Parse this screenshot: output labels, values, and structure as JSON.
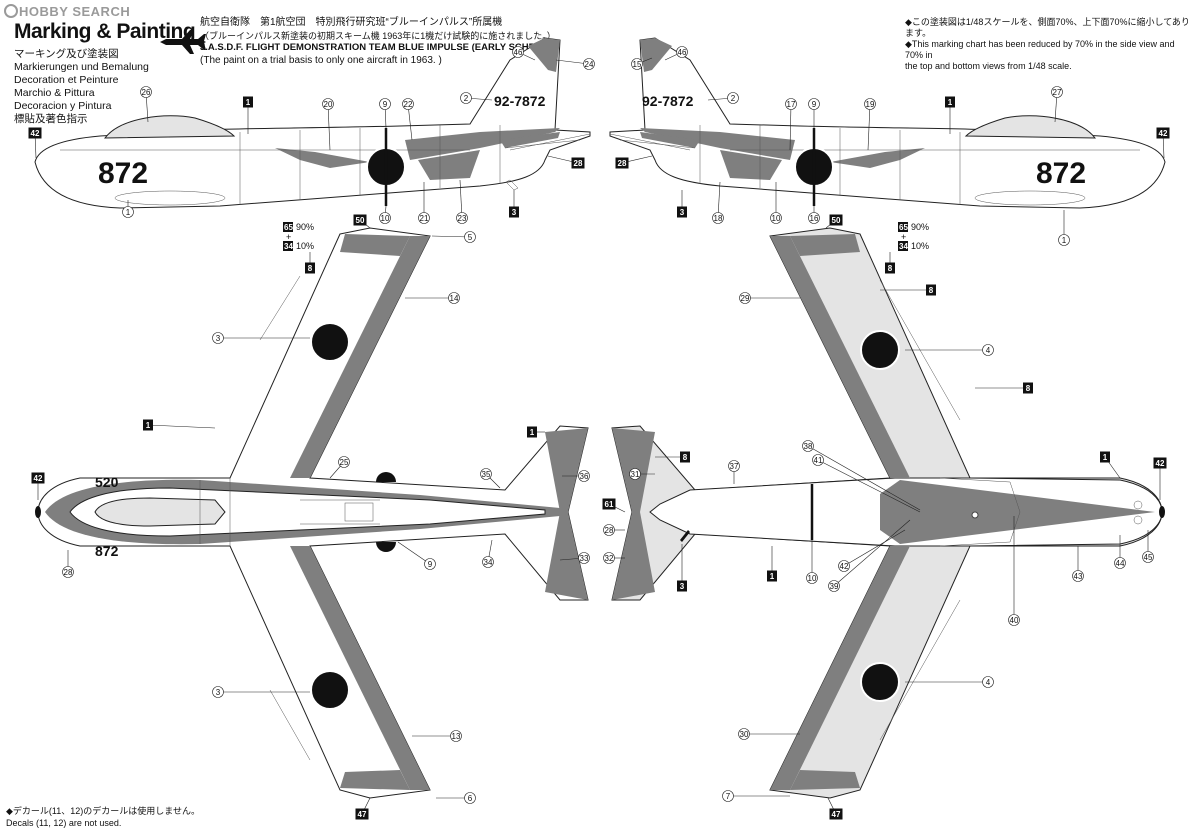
{
  "watermark": "HOBBY SEARCH",
  "title": "Marking & Painting",
  "subtitles": [
    "マーキング及び塗装図",
    "Markierungen und Bemalung",
    "Decoration et Peinture",
    "Marchio & Pittura",
    "Decoracion y Pintura",
    "標貼及著色指示"
  ],
  "header": {
    "jp1": "航空自衛隊　第1航空団　特別飛行研究班“ブルーインパルス”所属機",
    "jp2": "（ブルーインパルス新塗装の初期スキーム機 1963年に1機だけ試験的に施されました。）",
    "en1": "J.A.S.D.F. FLIGHT DEMONSTRATION TEAM BLUE IMPULSE (EARLY SCHEME)",
    "en2": "(The paint on a trial basis to only one aircraft in 1963. )"
  },
  "scale_note": {
    "jp": "◆この塗装図は1/48スケールを、側面70%、上下面70%に縮小してあります。",
    "en1": "◆This marking chart has been reduced by 70% in the side view and 70% in",
    "en2": "the top and bottom views from 1/48 scale."
  },
  "footer": {
    "jp": "◆デカール(11、12)のデカールは使用しません。",
    "en": "Decals (11, 12) are not used."
  },
  "markings": {
    "nose_number": "872",
    "tail_number": "92-7872",
    "top_left_number": "520",
    "top_right_number": "872"
  },
  "mix": {
    "a_code": "65",
    "a_pct": "90%",
    "plus": "+",
    "b_code": "34",
    "b_pct": "10%"
  },
  "labels": {
    "ls": [
      "46",
      "24",
      "2",
      "26",
      "1",
      "20",
      "9",
      "22",
      "42",
      "28",
      "3",
      "10",
      "21",
      "23",
      "1",
      "50",
      "5",
      "8"
    ],
    "rs": [
      "15",
      "46",
      "2",
      "17",
      "9",
      "19",
      "1",
      "27",
      "42",
      "28",
      "3",
      "16",
      "18",
      "10",
      "50",
      "1",
      "8"
    ],
    "top": [
      "3",
      "14",
      "1",
      "42",
      "25",
      "35",
      "36",
      "1",
      "28",
      "9",
      "34",
      "33",
      "3",
      "13",
      "6",
      "47"
    ],
    "bot": [
      "29",
      "8",
      "4",
      "8",
      "8",
      "31",
      "37",
      "38",
      "41",
      "1",
      "42",
      "61",
      "28",
      "32",
      "3",
      "10",
      "39",
      "42",
      "43",
      "44",
      "45",
      "40",
      "1",
      "4",
      "30",
      "7",
      "47"
    ]
  },
  "colors": {
    "ink": "#111111",
    "medium_gray": "#7f7f7f",
    "light_gray": "#e4e4e4",
    "black_band": "#222222"
  }
}
